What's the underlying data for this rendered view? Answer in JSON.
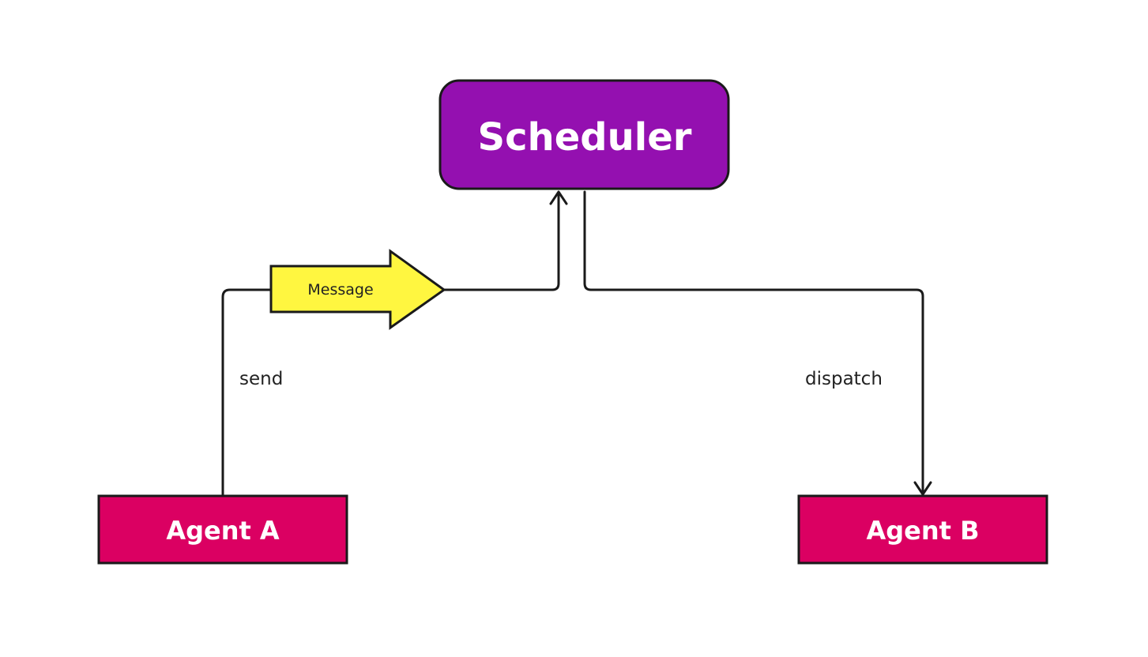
{
  "nodes": {
    "scheduler": {
      "label": "Scheduler",
      "fill": "#9410B0"
    },
    "agent_a": {
      "label": "Agent A",
      "fill": "#DB0062"
    },
    "agent_b": {
      "label": "Agent B",
      "fill": "#DB0062"
    }
  },
  "message_arrow": {
    "label": "Message",
    "fill": "#FFF640"
  },
  "edges": {
    "send": {
      "label": "send"
    },
    "dispatch": {
      "label": "dispatch"
    }
  },
  "colors": {
    "stroke": "#1A1A1A",
    "background": "#FFFFFF"
  }
}
